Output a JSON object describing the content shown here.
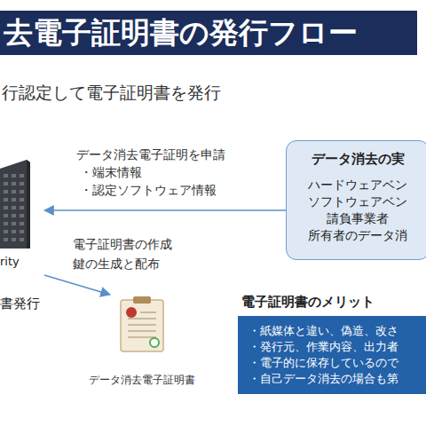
{
  "diagram": {
    "title": "去電子証明書の発行フロー",
    "nodes": [
      {
        "text": [
          "rity",
          "書発行"
        ]
      },
      {
        "text": [
          "データ消去の実",
          "ハードウェアベン",
          "ソフトウェアベン",
          "請負事業者",
          "所有者のデータ消"
        ]
      },
      {
        "text": [
          "データ消去電子証明書"
        ]
      },
      {
        "text": [
          "電子証明書のメリット",
          "・紙媒体と違い、偽造、改さ",
          "・発行元、作業内容、出力者",
          "・電子的に保存しているので",
          "・自己データ消去の場合も第"
        ]
      }
    ],
    "edges": [
      {
        "from": 1,
        "to": 0,
        "arrow": "to",
        "label": "データ消去電子証明を申請"
      },
      {
        "from": 0,
        "to": 2,
        "arrow": "to",
        "label": "電子証明書の作成"
      }
    ],
    "labels": [
      "行認定して電子証明書を発行",
      "・端末情報",
      "・認定ソフトウェア情報",
      "鍵の生成と配布"
    ]
  }
}
